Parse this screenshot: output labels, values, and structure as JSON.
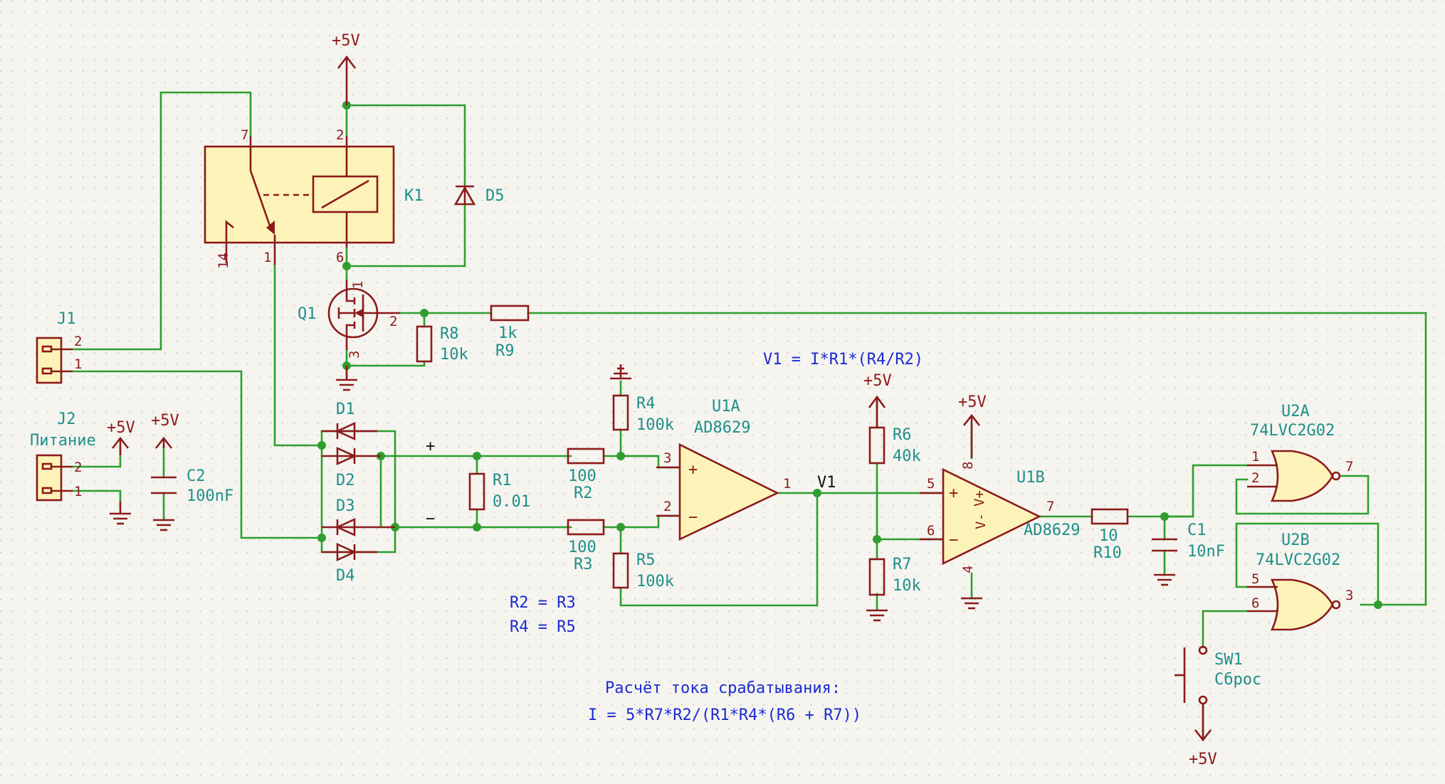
{
  "components": {
    "K1": {
      "ref": "K1",
      "pins": [
        "7",
        "2",
        "14",
        "1",
        "6"
      ]
    },
    "D5": {
      "ref": "D5"
    },
    "Q1": {
      "ref": "Q1",
      "pins": [
        "1",
        "2",
        "3"
      ]
    },
    "R8": {
      "ref": "R8",
      "value": "10k"
    },
    "R9": {
      "ref": "R9",
      "value": "1k"
    },
    "J1": {
      "ref": "J1",
      "pins": [
        "2",
        "1"
      ]
    },
    "J2": {
      "ref": "J2",
      "value": "Питание",
      "pins": [
        "2",
        "1"
      ]
    },
    "C2": {
      "ref": "C2",
      "value": "100nF"
    },
    "D1": {
      "ref": "D1"
    },
    "D2": {
      "ref": "D2"
    },
    "D3": {
      "ref": "D3"
    },
    "D4": {
      "ref": "D4"
    },
    "R1": {
      "ref": "R1",
      "value": "0.01"
    },
    "R2": {
      "ref": "R2",
      "value": "100"
    },
    "R3": {
      "ref": "R3",
      "value": "100"
    },
    "R4": {
      "ref": "R4",
      "value": "100k"
    },
    "R5": {
      "ref": "R5",
      "value": "100k"
    },
    "U1A": {
      "ref": "U1A",
      "value": "AD8629",
      "pins": [
        "3",
        "2",
        "1"
      ]
    },
    "R6": {
      "ref": "R6",
      "value": "40k"
    },
    "R7": {
      "ref": "R7",
      "value": "10k"
    },
    "U1B": {
      "ref": "U1B",
      "value": "AD8629",
      "pins": [
        "5",
        "6",
        "7",
        "8",
        "4"
      ],
      "supply_labels": [
        "V+",
        "V-"
      ]
    },
    "R10": {
      "ref": "R10",
      "value": "10"
    },
    "C1": {
      "ref": "C1",
      "value": "10nF"
    },
    "U2A": {
      "ref": "U2A",
      "value": "74LVC2G02",
      "pins": [
        "1",
        "2",
        "7"
      ]
    },
    "U2B": {
      "ref": "U2B",
      "value": "74LVC2G02",
      "pins": [
        "5",
        "6",
        "3"
      ]
    },
    "SW1": {
      "ref": "SW1",
      "value": "Сброс"
    }
  },
  "power": {
    "p5v": "+5V"
  },
  "nets": {
    "v1": "V1",
    "plus": "+",
    "minus": "−"
  },
  "notes": {
    "v1_formula": "V1 = I*R1*(R4/R2)",
    "r2_eq": "R2 = R3",
    "r4_eq": "R4 = R5",
    "calc_title": "Расчёт тока срабатывания:",
    "calc_formula": "I = 5*R7*R2/(R1*R4*(R6 + R7))"
  },
  "colors": {
    "wire": "#2e9e2e",
    "component": "#8c1a1a",
    "reference": "#1f8f8a",
    "note": "#1b2bd1",
    "relay_body": "#fdf3b8"
  }
}
